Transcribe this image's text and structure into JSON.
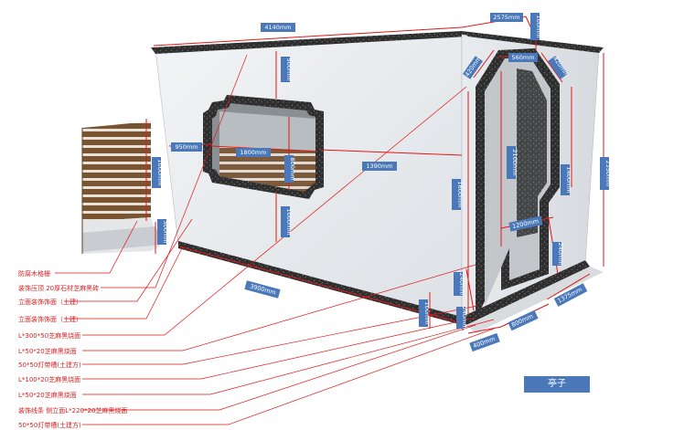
{
  "title": "亭子",
  "colors": {
    "dimension_line": "#e01818",
    "dimension_tag": "#4a78b8",
    "annotation_text": "#d62020",
    "granite_trim": "#2a2a2a",
    "wall": "#eef0f2",
    "wood": "#7a5430"
  },
  "dimensions": {
    "d4140": "4140mm",
    "d2575": "2575mm",
    "d100": "100mm",
    "d560": "560mm",
    "d420a": "420mm",
    "d420b": "420mm",
    "d500": "500mm",
    "d950": "950mm",
    "d1800": "1800mm",
    "d800": "800mm",
    "d1390": "1390mm",
    "d1000a": "1000mm",
    "d1000b": "1000mm",
    "d500b": "500mm",
    "d1600": "1600mm",
    "d2100": "2100mm",
    "d1400": "1400mm",
    "d2350": "2350mm",
    "d1200": "1200mm",
    "d240a": "240mm",
    "d240b": "240mm",
    "d3900": "3900mm",
    "d100b": "100mm",
    "d240c": "240mm",
    "d400": "400mm",
    "d800b": "800mm",
    "d1375": "1375mm"
  },
  "annotations": [
    "防腐木格栅",
    "装饰压顶 20厚石材芝麻黑砖",
    "立面装饰饰面（土建）",
    "立面装饰饰面（土建）",
    "L*300*50芝麻黑烧面",
    "L*50*20芝麻黑烧面",
    "50*50灯带槽(土建方)",
    "L*100*20芝麻黑烧面",
    "L*50*20芝麻黑烧面",
    "装饰线条 侧立面L*220*20芝麻黑烧面",
    "50*50灯带槽(土建方)"
  ]
}
